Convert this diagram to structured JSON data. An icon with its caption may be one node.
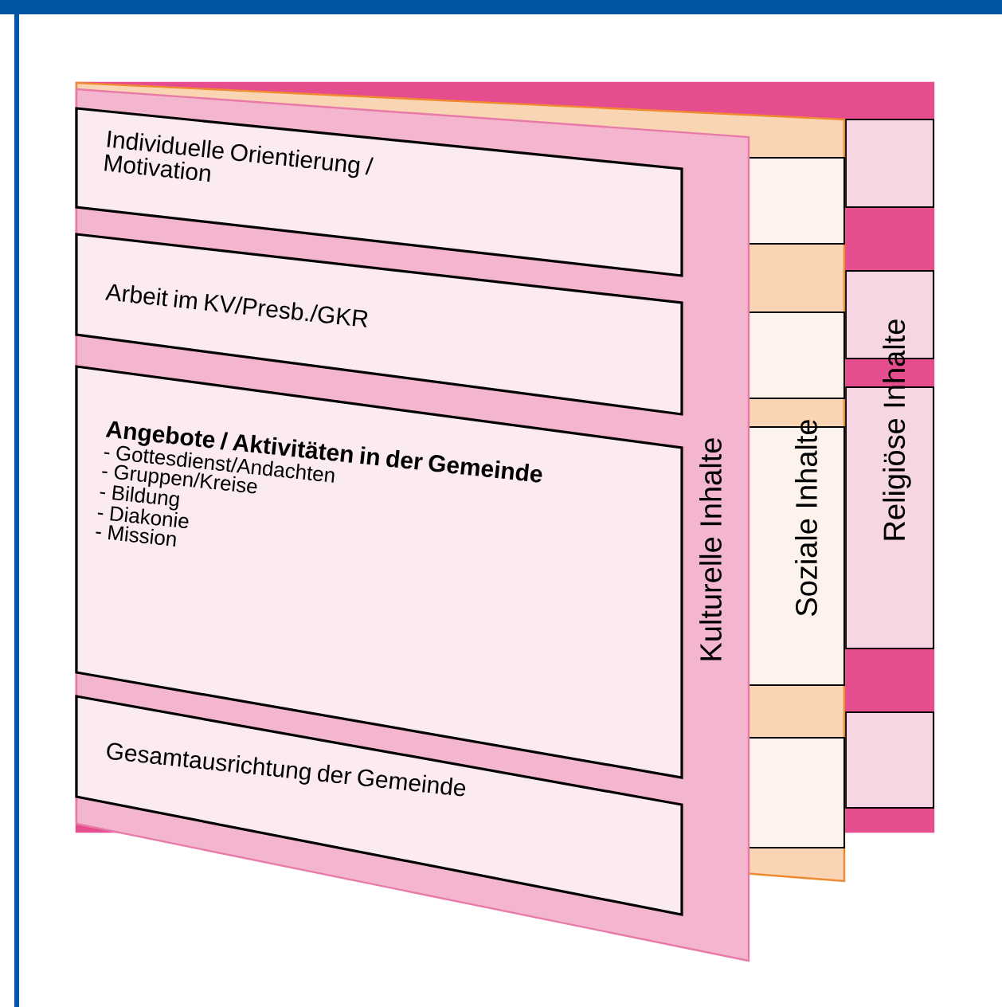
{
  "diagram": {
    "nodes": [
      {
        "text": [
          "Religiöse Inhalte"
        ]
      },
      {
        "text": [
          "Soziale Inhalte"
        ]
      },
      {
        "text": [
          "Kulturelle Inhalte"
        ]
      },
      {
        "text": [
          "Individuelle Orientierung / Motivation"
        ],
        "in": 2
      },
      {
        "text": [
          "Arbeit im KV/Presb./GKR"
        ],
        "in": 2
      },
      {
        "text": [
          "Angebote / Aktivitäten in der Gemeinde",
          "- Gottesdienst/Andachten",
          "- Gruppen/Kreise",
          "- Bildung",
          "- Diakonie",
          "- Mission"
        ],
        "in": 2
      },
      {
        "text": [
          "Gesamtausrichtung der Gemeinde"
        ],
        "in": 2
      }
    ]
  }
}
